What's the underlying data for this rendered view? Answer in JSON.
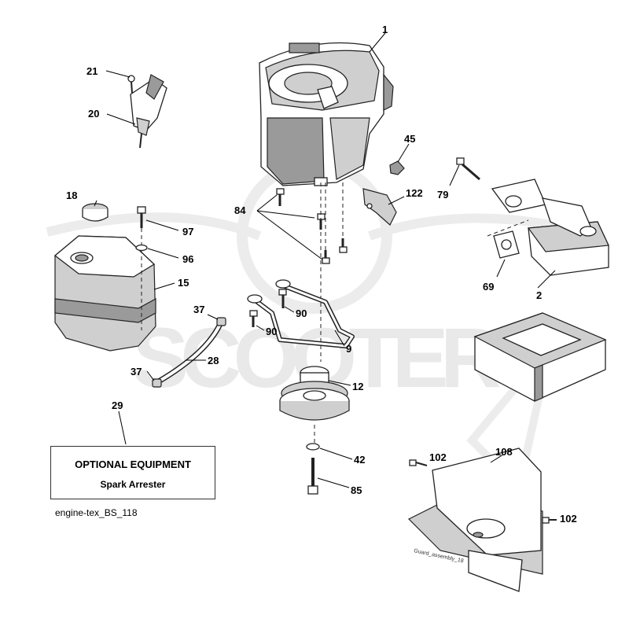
{
  "watermark": {
    "text": "SCOOTER",
    "color": "#e9e9e9"
  },
  "callouts": {
    "p1": "1",
    "p2": "2",
    "p9": "9",
    "p12": "12",
    "p15": "15",
    "p18": "18",
    "p20": "20",
    "p21": "21",
    "p28": "28",
    "p29": "29",
    "p37": "37",
    "p42": "42",
    "p45": "45",
    "p69": "69",
    "p79": "79",
    "p84": "84",
    "p85": "85",
    "p90": "90",
    "p96": "96",
    "p97": "97",
    "p102": "102",
    "p108": "108",
    "p122": "122"
  },
  "optional_equipment": {
    "title": "OPTIONAL EQUIPMENT",
    "item": "Spark Arrester"
  },
  "figure_code": "engine-tex_BS_118",
  "guard_label": "Guard_assembly_18"
}
